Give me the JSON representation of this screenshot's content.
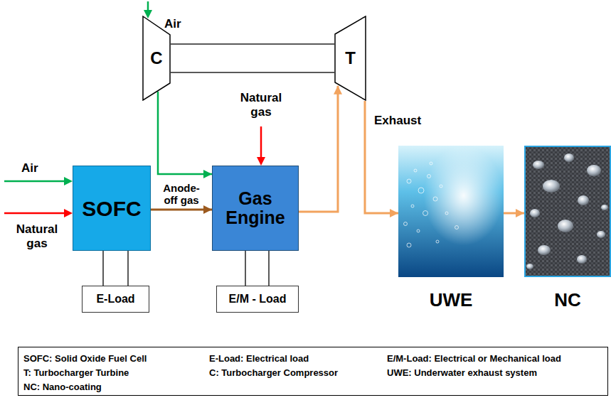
{
  "diagram": {
    "nodes": [
      {
        "text": [
          "C"
        ]
      },
      {
        "text": [
          "T"
        ]
      },
      {
        "text": [
          "SOFC"
        ]
      },
      {
        "text": [
          "Gas Engine"
        ]
      },
      {
        "text": [
          "UWE"
        ]
      },
      {
        "text": [
          "NC"
        ]
      },
      {
        "text": [
          "E-Load"
        ]
      },
      {
        "text": [
          "E/M - Load"
        ]
      },
      {
        "text": [
          "SOFC: Solid Oxide Fuel Cell",
          "E-Load: Electrical load",
          "E/M-Load: Electrical or Mechanical load",
          "T: Turbocharger Turbine",
          "C: Turbocharger Compressor",
          "UWE: Underwater exhaust system",
          "NC: Nano-coating"
        ]
      }
    ],
    "edges": [
      {
        "from": 0,
        "to": 1,
        "arrow": "none"
      },
      {
        "from": 0,
        "to": 3,
        "arrow": "to"
      },
      {
        "from": 2,
        "to": 3,
        "label": "Anode- off gas",
        "arrow": "to"
      },
      {
        "from": 3,
        "to": 1,
        "arrow": "to"
      },
      {
        "from": 1,
        "to": 4,
        "arrow": "to"
      },
      {
        "from": 4,
        "to": 5,
        "arrow": "to"
      },
      {
        "from": 2,
        "to": 6,
        "arrow": "none"
      },
      {
        "from": 3,
        "to": 7,
        "arrow": "none"
      }
    ],
    "labels": [
      "Air",
      "Natural gas",
      "Exhaust",
      "Air",
      "Natural gas"
    ]
  }
}
